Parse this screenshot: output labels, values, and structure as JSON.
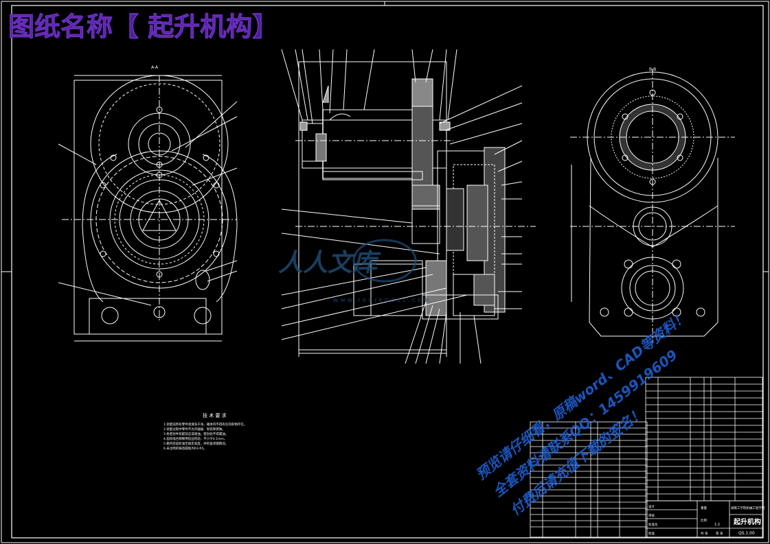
{
  "header": {
    "title": "图纸名称【 起升机构】"
  },
  "tech_requirements": {
    "heading": "技 术 要 求",
    "lines": [
      "1.装配前所有零件须清洗干净，箱体内不得有任何杂物存在。",
      "2.装配过程中零件不允许磕碰、划伤和锈蚀。",
      "3.各密封件装配前应浸透油，密封处不得漏油。",
      "4.齿轮啮合侧隙用铅丝检验，不小于0.1mm。",
      "5.箱内装齿轮油至规定高度，并检查渗漏情况。",
      "6.未注明的铸造圆角为R3-R5。"
    ]
  },
  "watermark": {
    "brand": "人人文库",
    "url": "www.renrendoc.com",
    "line1": "预览请仔细看，原稿word、CAD等资料！",
    "line2": "全套资料请联系QQ：1459919609",
    "line3": "付费后请充值下载的签名！"
  },
  "title_block": {
    "drawing_name": "起升机构",
    "drawing_no": "QS.1.00",
    "scale": "1:2",
    "school": "湖南工学院机械工程学院",
    "labels": [
      "设计",
      "审核",
      "标准化",
      "批准",
      "比例",
      "重量",
      "共 张",
      "第 张"
    ]
  },
  "view_labels": {
    "left": "A-A",
    "right": "B-B"
  }
}
